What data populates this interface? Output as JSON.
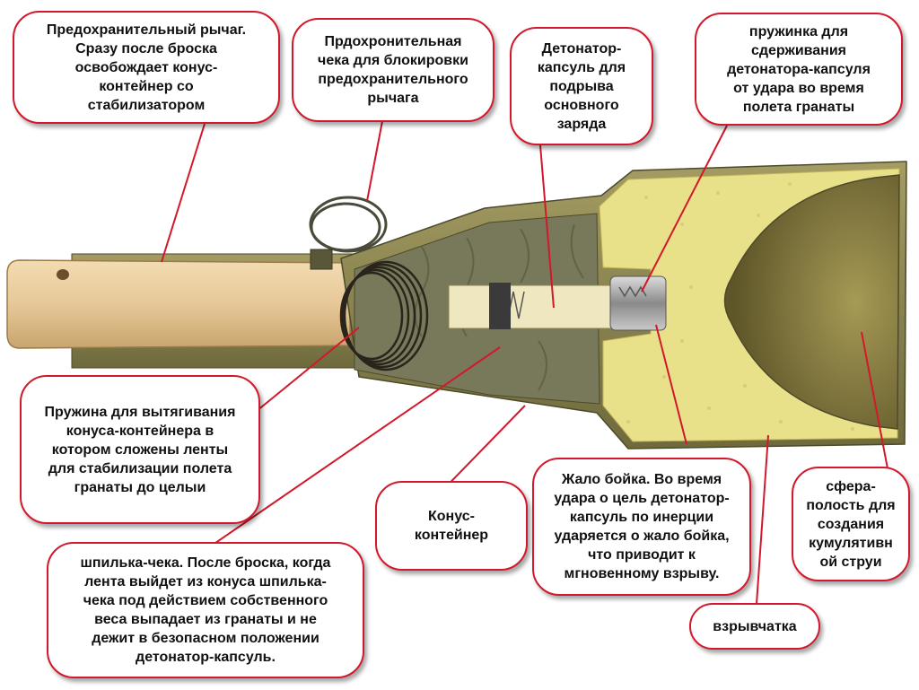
{
  "callouts": {
    "safety_lever": "Предохранительный рычаг.\nСразу после броска\nосвобождает конус-\nконтейнер со\nстабилизатором",
    "safety_pin_ring": "Прдохронительная\nчека для блокировки\nпредохранительного\nрычага",
    "detonator_cap": "Детонатор-\nкапсуль для\nподрыва\nосновного\nзаряда",
    "detonator_spring": "пружинка для\nсдерживания\nдетонатора-капсуля\nот удара во время\nполета гранаты",
    "pull_spring": "Пружина для вытягивания\nконуса-контейнера в\nкотором сложены ленты\nдля стабилизации полета\nгранаты до целыи",
    "cone_container": "Конус-\nконтейнер",
    "firing_pin": "Жало бойка. Во время\nудара о цель детонатор-\nкапсуль по инерции\nударяется о жало бойка,\nчто приводит к\nмгновенному взрыву.",
    "cumulative_cavity": "сфера-\nполость для\nсоздания\nкумулятивн\nой струи",
    "pin_check": "шпилька-чека. После броска, когда\nлента выйдет из конуса шпилька-\nчека под действием собственного\nвеса выпадает из гранаты и не\nдежит в безопасном положении\nдетонатор-капсуль.",
    "explosive": "взрывчатка"
  },
  "colors": {
    "callout_border": "#d3182b",
    "pointer_line": "#d3182b",
    "wood_handle": "#e6c898",
    "metal_olive": "#8a8450",
    "explosive_yellow": "#e9e08a",
    "fabric_green": "#8a8e60",
    "spring_coil": "#2a241c"
  }
}
